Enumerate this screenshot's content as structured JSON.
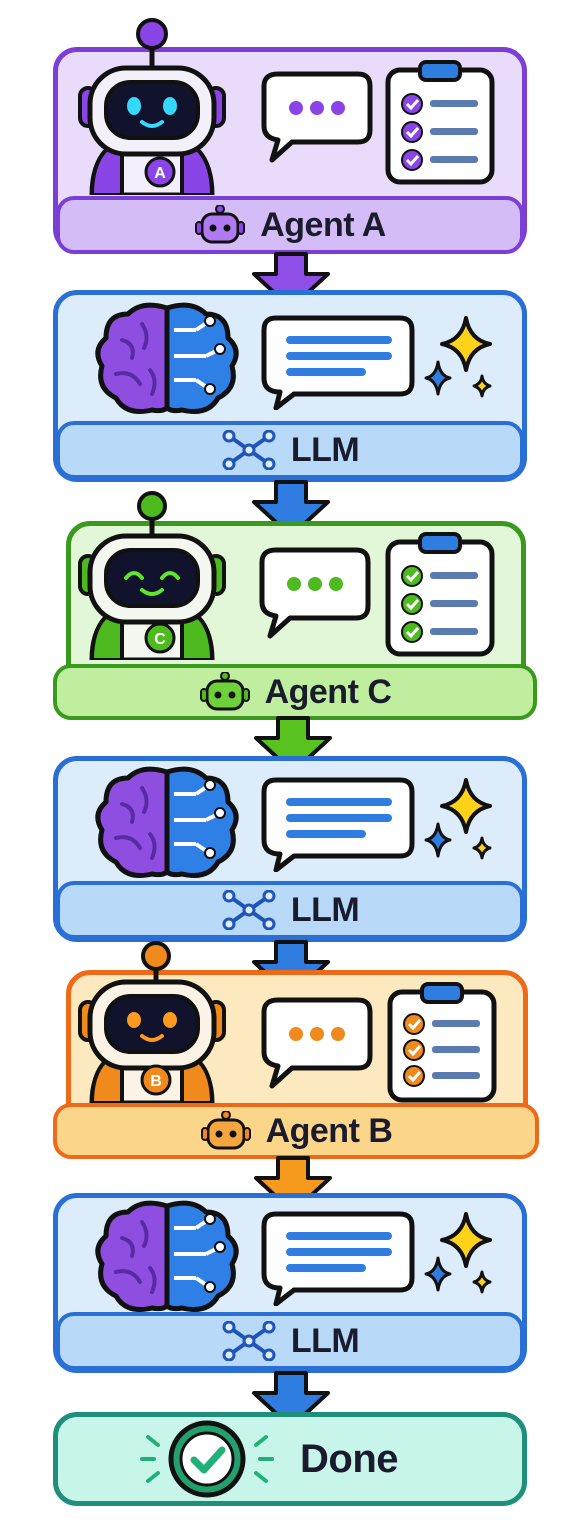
{
  "steps": [
    {
      "kind": "agent",
      "label": "Agent A",
      "badge": "A",
      "theme": {
        "stroke": "#7b3fd6",
        "fill": "#e9dcfb",
        "bar": "#d4bdf6",
        "accent": "#8a45e6"
      }
    },
    {
      "kind": "llm",
      "label": "LLM",
      "theme": {
        "stroke": "#2a6fd6",
        "fill": "#dcecfb",
        "bar": "#b8d9f7",
        "accent": "#2f7de0"
      }
    },
    {
      "kind": "agent",
      "label": "Agent C",
      "badge": "C",
      "theme": {
        "stroke": "#3a9a1e",
        "fill": "#e2f6d8",
        "bar": "#bfee9f",
        "accent": "#4dbb1f"
      }
    },
    {
      "kind": "llm",
      "label": "LLM",
      "theme": {
        "stroke": "#2a6fd6",
        "fill": "#dcecfb",
        "bar": "#b8d9f7",
        "accent": "#2f7de0"
      }
    },
    {
      "kind": "agent",
      "label": "Agent B",
      "badge": "B",
      "theme": {
        "stroke": "#ee6a18",
        "fill": "#fde9bf",
        "bar": "#fbd58a",
        "accent": "#f08a1c"
      }
    },
    {
      "kind": "llm",
      "label": "LLM",
      "theme": {
        "stroke": "#2a6fd6",
        "fill": "#dcecfb",
        "bar": "#b8d9f7",
        "accent": "#2f7de0"
      }
    }
  ],
  "done": {
    "label": "Done",
    "theme": {
      "stroke": "#1f8f7c",
      "fill": "#c8f5ea",
      "accent": "#22b07a"
    }
  },
  "arrow_colors": [
    "#8f4ee8",
    "#2f7de0",
    "#58c21e",
    "#2f7de0",
    "#f59a1c",
    "#2f7de0"
  ]
}
